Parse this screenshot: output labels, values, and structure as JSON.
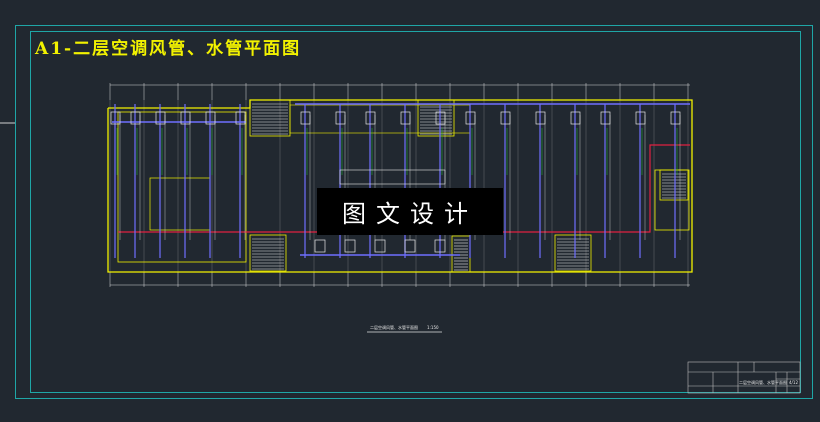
{
  "drawing": {
    "title": "A1-二层空调风管、水管平面图",
    "watermark": "图文设计",
    "plan_caption": "二层空调风管、水管平面图",
    "scale": "1:150",
    "sheet_number": "4/12"
  },
  "colors": {
    "background": "#212830",
    "frame": "#1fa6a6",
    "walls": "#f2f200",
    "duct": "#6f6fff",
    "pipe_red": "#e02040",
    "grid": "#d8d8d8"
  }
}
